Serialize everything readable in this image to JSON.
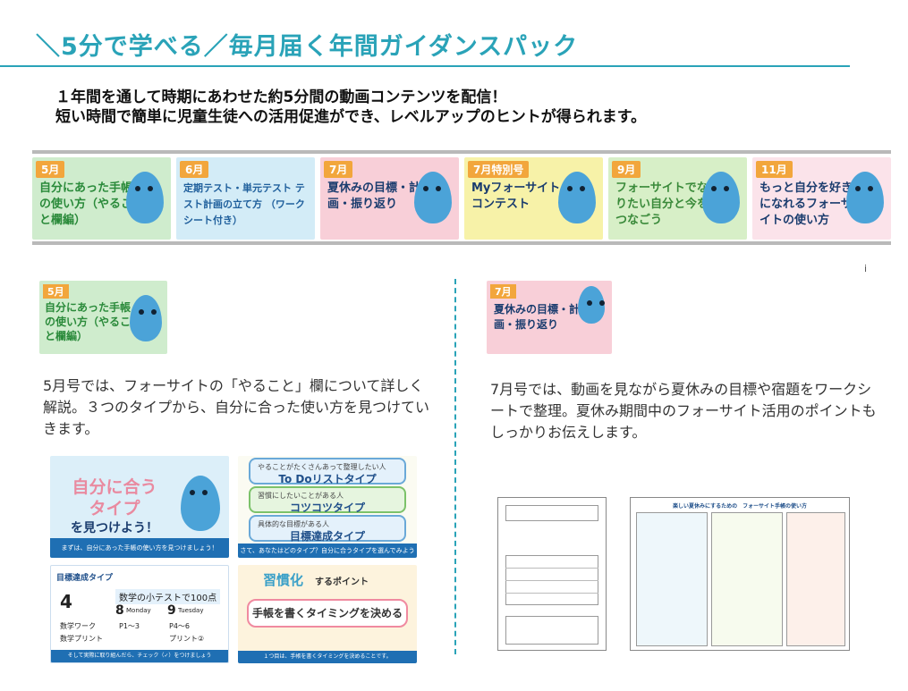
{
  "title": "＼5分で学べる／毎月届く年間ガイダンスパック",
  "intro": {
    "line1": "１年間を通して時期にあわせた約5分間の動画コンテンツを配信！",
    "line2": "短い時間で簡単に児童生徒への活用促進ができ、レベルアップのヒントが得られます。"
  },
  "strip": [
    {
      "month": "5月",
      "title": "自分にあった手帳の使い方（やること欄編）",
      "bg": "#cfeccd",
      "title_color": "#2a8a3a"
    },
    {
      "month": "6月",
      "title": "定期テスト・単元テスト テスト計画の立て方 （ワークシート付き）",
      "bg": "#d3ecf7",
      "title_color": "#1f5f9c"
    },
    {
      "month": "7月",
      "title": "夏休みの目標・計画・振り返り",
      "bg": "#f8cfd8",
      "title_color": "#1a3c6e"
    },
    {
      "month": "7月特別号",
      "title": "Myフォーサイトコンテスト",
      "bg": "#f7f2a8",
      "title_color": "#1a3c6e"
    },
    {
      "month": "9月",
      "title": "フォーサイトでなりたい自分と今をつなごう",
      "bg": "#d7efc7",
      "title_color": "#3a8a3a"
    },
    {
      "month": "11月",
      "title": "もっと自分を好きになれるフォーサイトの使い方",
      "bg": "#fbe3ea",
      "title_color": "#1a3c6e"
    }
  ],
  "left": {
    "card": {
      "month": "5月",
      "title": "自分にあった手帳の使い方（やること欄編）"
    },
    "desc": "5月号では、フォーサイトの「やること」欄について詳しく解説。３つのタイプから、自分に合った使い方を見つけていきます。",
    "slides": {
      "a": {
        "title1": "自分に合う",
        "title2": "タイプ",
        "title3": "を見つけよう！",
        "foot": "まずは、自分にあった手帳の使い方を見つけましょう！"
      },
      "b": {
        "types": [
          {
            "small": "やることがたくさんあって整理したい人",
            "big": "To Doリストタイプ",
            "bg": "#e4f1fb",
            "border": "#6aa9d8"
          },
          {
            "small": "習慣にしたいことがある人",
            "big": "コツコツタイプ",
            "bg": "#e6f5df",
            "border": "#7cc26a"
          },
          {
            "small": "具体的な目標がある人",
            "big": "目標達成タイプ",
            "bg": "#e4f1fb",
            "border": "#6aa9d8"
          }
        ],
        "foot": "さて、あなたはどのタイプ？自分に合うタイプを選んでみよう"
      },
      "c": {
        "type_label": "目標達成タイプ",
        "goal": "数学の小テストで100点",
        "days": [
          {
            "num": "4",
            "name": ""
          },
          {
            "num": "8",
            "name": "Monday"
          },
          {
            "num": "9",
            "name": "Tuesday"
          }
        ],
        "rows": [
          {
            "task": "数学ワーク",
            "d1": "P1～3",
            "d2": "P4～6"
          },
          {
            "task": "数学プリント",
            "d1": "",
            "d2": "プリント②"
          }
        ],
        "foot": "そして実際に取り組んだら、チェック（✓）をつけましょう"
      },
      "d": {
        "highlight": "習慣化",
        "suffix": "するポイント",
        "main": "手帳を書くタイミングを決める",
        "foot": "１つ目は、手帳を書くタイミングを決めることです。"
      }
    }
  },
  "right": {
    "card": {
      "month": "7月",
      "title": "夏休みの目標・計画・振り返り"
    },
    "desc": "7月号では、動画を見ながら夏休みの目標や宿題をワークシートで整理。夏休み期間中のフォーサイト活用のポイントもしっかりお伝えします。",
    "sheet2_title": "楽しい夏休みにするための　フォーサイト手帳の使い方"
  },
  "marker": "i",
  "colors": {
    "accent": "#2aa3b8",
    "orange": "#f2a63c",
    "navy": "#1f6fb3"
  }
}
